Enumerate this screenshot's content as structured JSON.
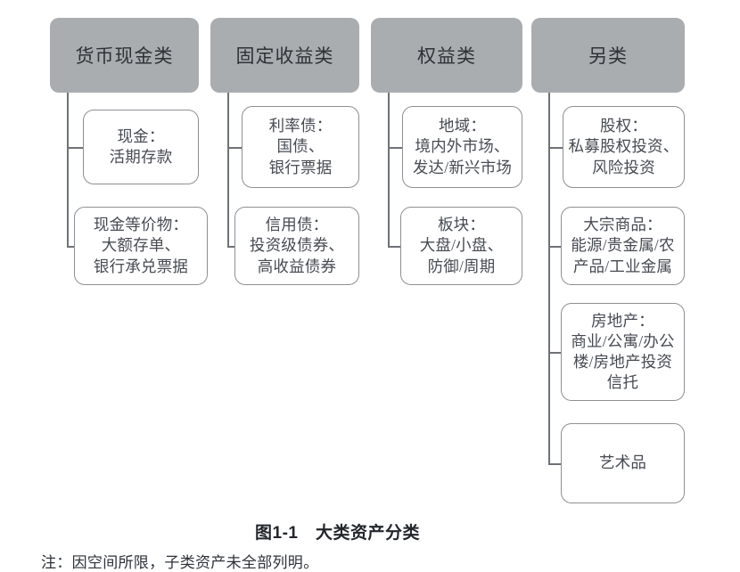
{
  "figure": {
    "caption": "图1-1　大类资产分类",
    "note": "注：因空间所限，子类资产未全部列明。",
    "header_fill": "#aaadb0",
    "line_color": "#6e7278",
    "box_border": "#8d8f93",
    "text_color": "#474b52"
  },
  "columns": [
    {
      "id": "cash",
      "header": "货币现金类",
      "children": [
        {
          "id": "cash-1",
          "text": "现金：\n活期存款"
        },
        {
          "id": "cash-2",
          "text": "现金等价物：\n大额存单、\n银行承兑票据"
        }
      ]
    },
    {
      "id": "fixed-income",
      "header": "固定收益类",
      "children": [
        {
          "id": "fixed-income-1",
          "text": "利率债：\n国债、\n银行票据"
        },
        {
          "id": "fixed-income-2",
          "text": "信用债：\n投资级债券、\n高收益债券"
        }
      ]
    },
    {
      "id": "equity",
      "header": "权益类",
      "children": [
        {
          "id": "equity-1",
          "text": "地域：\n境内外市场、\n发达/新兴市场"
        },
        {
          "id": "equity-2",
          "text": "板块：\n大盘/小盘、\n防御/周期"
        }
      ]
    },
    {
      "id": "alternative",
      "header": "另类",
      "children": [
        {
          "id": "alternative-1",
          "text": "股权：\n私募股权投资、\n风险投资"
        },
        {
          "id": "alternative-2",
          "text": "大宗商品：\n能源/贵金属/农\n产品/工业金属"
        },
        {
          "id": "alternative-3",
          "text": "房地产：\n商业/公寓/办公\n楼/房地产投资\n信托"
        },
        {
          "id": "alternative-4",
          "text": "艺术品"
        }
      ]
    }
  ]
}
